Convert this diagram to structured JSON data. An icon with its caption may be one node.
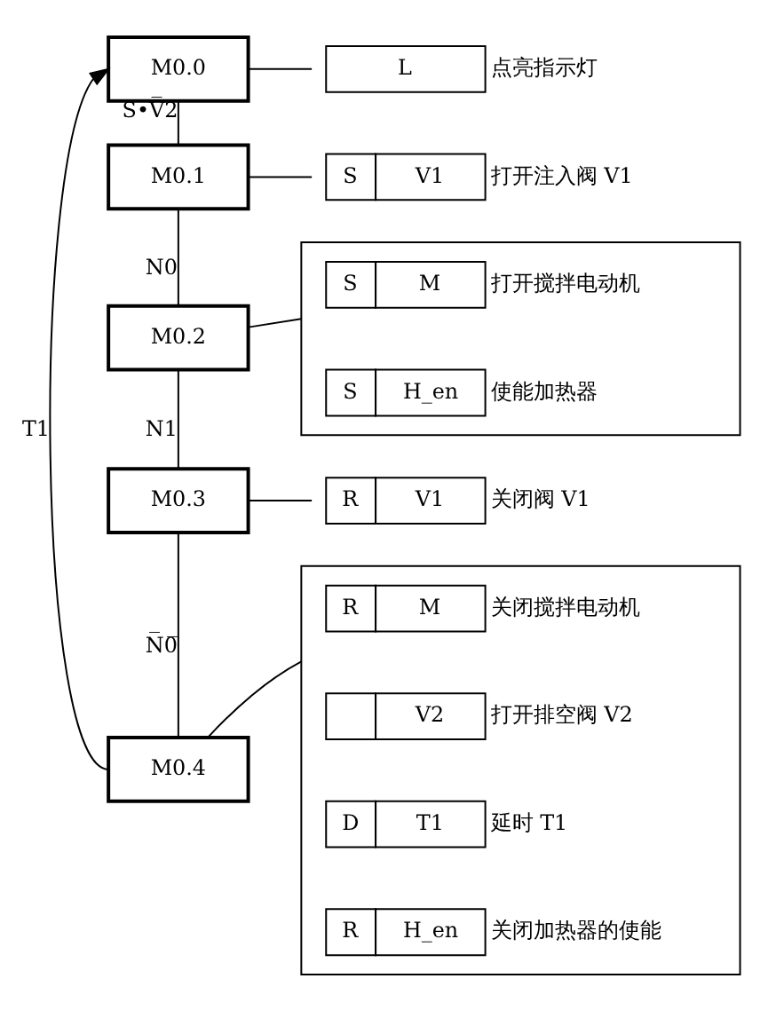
{
  "diagram": {
    "nodes": [
      {
        "text": [
          "M0.0"
        ]
      },
      {
        "text": [
          "L"
        ],
        "beside": [
          "点亮指示灯"
        ]
      },
      {
        "text": [
          "M0.1"
        ]
      },
      {
        "text": [
          "S",
          "V1"
        ],
        "beside": [
          "打开注入阀 V1"
        ]
      },
      {
        "text": [
          "M0.2"
        ]
      },
      {
        "text": [],
        "shape": "box"
      },
      {
        "text": [
          "S",
          "M"
        ],
        "beside": [
          "打开搅拌电动机"
        ],
        "in": 5
      },
      {
        "text": [
          "S",
          "H_en"
        ],
        "beside": [
          "使能加热器"
        ],
        "in": 5
      },
      {
        "text": [
          "M0.3"
        ]
      },
      {
        "text": [
          "R",
          "V1"
        ],
        "beside": [
          "关闭阀 V1"
        ]
      },
      {
        "text": [
          "M0.4"
        ]
      },
      {
        "text": [],
        "shape": "box"
      },
      {
        "text": [
          "R",
          "M"
        ],
        "beside": [
          "关闭搅拌电动机"
        ],
        "in": 11
      },
      {
        "text": [
          "V2"
        ],
        "beside": [
          "打开排空阀 V2"
        ],
        "in": 11
      },
      {
        "text": [
          "D",
          "T1"
        ],
        "beside": [
          "延时 T1"
        ],
        "in": 11
      },
      {
        "text": [
          "R",
          "H_en"
        ],
        "beside": [
          "关闭加热器的使能"
        ],
        "in": 11
      }
    ],
    "edges": [
      {
        "from": 0,
        "to": 1,
        "arrow": "none"
      },
      {
        "from": 0,
        "to": 2,
        "label": "S•V̅2̅",
        "arrow": "none"
      },
      {
        "from": 2,
        "to": 3,
        "arrow": "none"
      },
      {
        "from": 2,
        "to": 4,
        "label": "N0",
        "arrow": "none"
      },
      {
        "from": 4,
        "to": 5,
        "arrow": "none"
      },
      {
        "from": 4,
        "to": 8,
        "label": "N1",
        "arrow": "none"
      },
      {
        "from": 8,
        "to": 9,
        "arrow": "none"
      },
      {
        "from": 8,
        "to": 10,
        "label": "N̅0̅",
        "arrow": "none"
      },
      {
        "from": 10,
        "to": 11,
        "arrow": "none"
      },
      {
        "from": 10,
        "to": 0,
        "label": "T1",
        "arrow": "to"
      }
    ]
  }
}
